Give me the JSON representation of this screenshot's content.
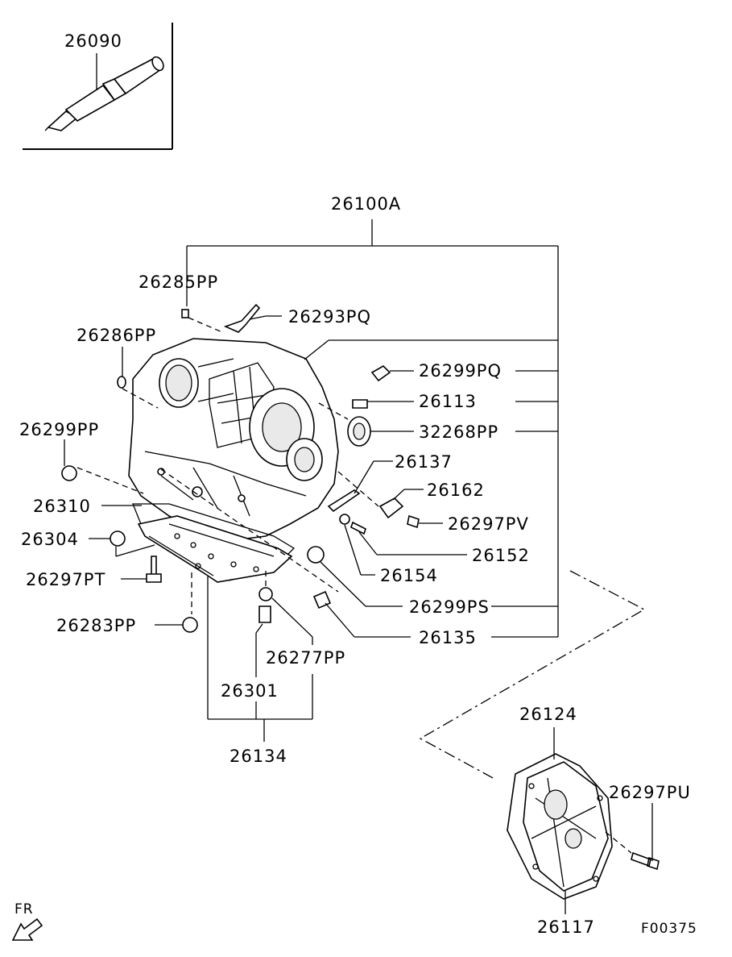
{
  "diagram_id": "F00375",
  "fr_label": "FR",
  "labels": {
    "p26090": "26090",
    "p26100A": "26100A",
    "p26285PP": "26285PP",
    "p26293PQ": "26293PQ",
    "p26286PP": "26286PP",
    "p26299PQ": "26299PQ",
    "p26113": "26113",
    "p32268PP": "32268PP",
    "p26299PP": "26299PP",
    "p26137": "26137",
    "p26162": "26162",
    "p26310": "26310",
    "p26297PV": "26297PV",
    "p26304": "26304",
    "p26152": "26152",
    "p26297PT": "26297PT",
    "p26154": "26154",
    "p26299PS": "26299PS",
    "p26283PP": "26283PP",
    "p26135": "26135",
    "p26277PP": "26277PP",
    "p26301": "26301",
    "p26134": "26134",
    "p26124": "26124",
    "p26297PU": "26297PU",
    "p26117": "26117"
  }
}
